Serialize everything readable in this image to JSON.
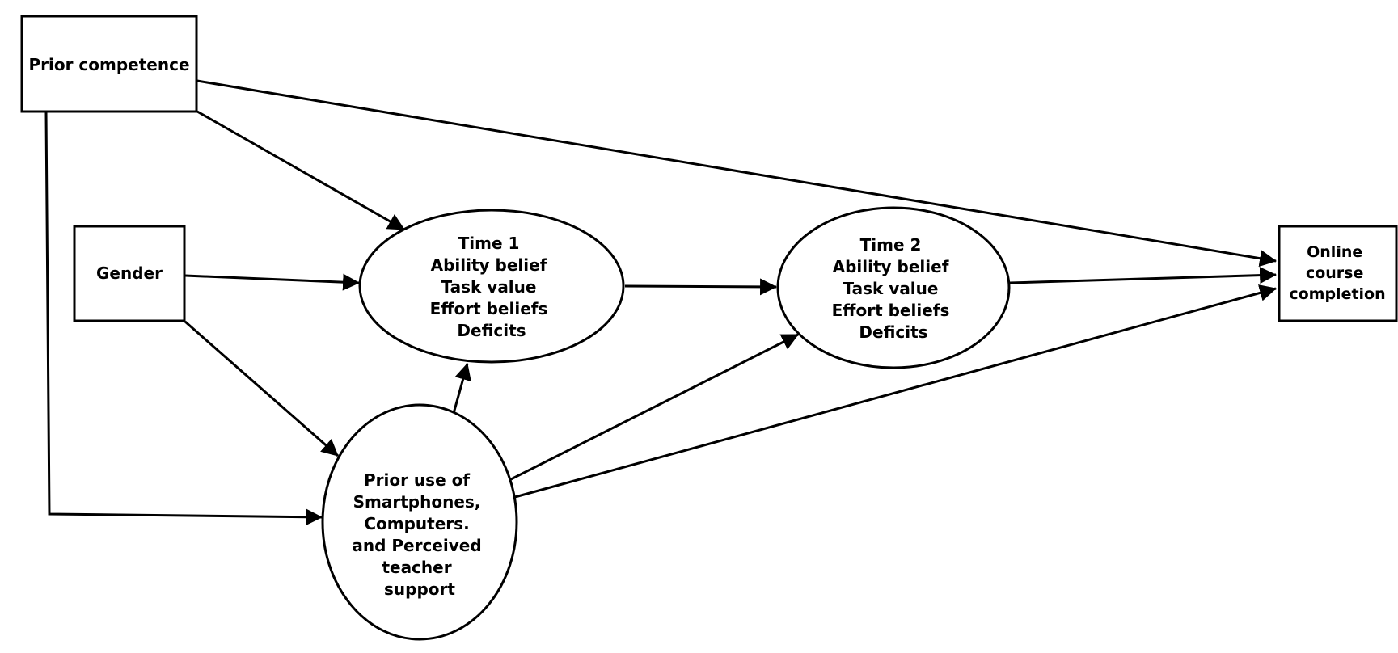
{
  "nodes": {
    "prior_competence": {
      "lines": [
        "Prior competence"
      ]
    },
    "gender": {
      "lines": [
        "Gender"
      ]
    },
    "time1": {
      "lines": [
        "Time 1",
        "Ability belief",
        "Task value",
        "Effort beliefs",
        "Deficits"
      ]
    },
    "time2": {
      "lines": [
        "Time 2",
        "Ability belief",
        "Task value",
        "Effort beliefs",
        "Deficits"
      ]
    },
    "prior_use": {
      "lines": [
        "Prior use of",
        "Smartphones,",
        "Computers.",
        "and Perceived",
        "teacher",
        "support"
      ]
    },
    "outcome": {
      "lines": [
        "Online",
        "course",
        "completion"
      ]
    }
  },
  "edges": [
    {
      "from": "prior_competence",
      "to": "outcome"
    },
    {
      "from": "prior_competence",
      "to": "time1"
    },
    {
      "from": "prior_competence",
      "to": "prior_use"
    },
    {
      "from": "gender",
      "to": "time1"
    },
    {
      "from": "gender",
      "to": "prior_use"
    },
    {
      "from": "prior_use",
      "to": "time1"
    },
    {
      "from": "time1",
      "to": "time2"
    },
    {
      "from": "prior_use",
      "to": "time2"
    },
    {
      "from": "time2",
      "to": "outcome"
    },
    {
      "from": "prior_use",
      "to": "outcome"
    }
  ]
}
